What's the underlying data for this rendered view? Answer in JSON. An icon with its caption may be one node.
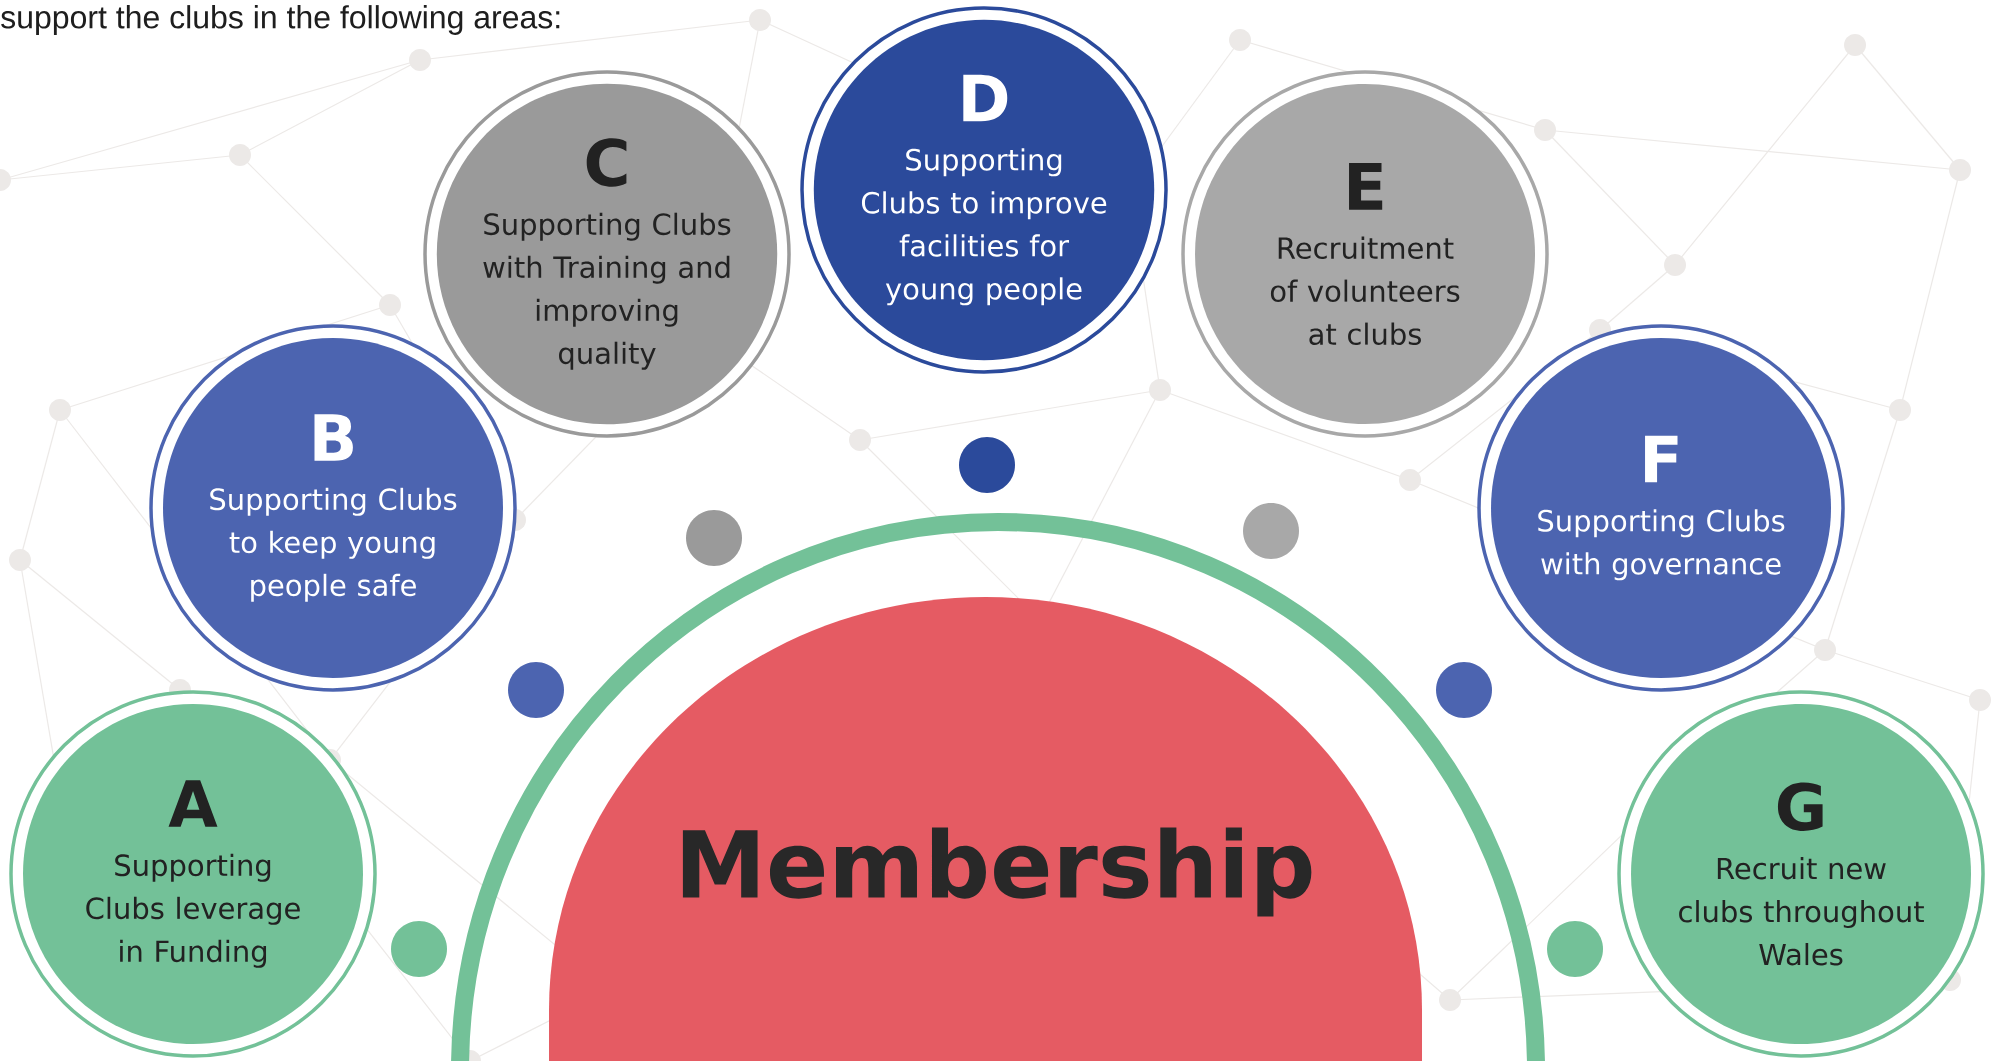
{
  "diagram": {
    "nodes": [
      {
        "text": [
          "A",
          "Supporting Clubs leverage in Funding"
        ]
      },
      {
        "text": [
          "B",
          "Supporting Clubs to keep young people safe"
        ]
      },
      {
        "text": [
          "C",
          "Supporting Clubs with Training and improving quality"
        ]
      },
      {
        "text": [
          "D",
          "Supporting Clubs to improve facilities for young people"
        ]
      },
      {
        "text": [
          "E",
          "Recruitment of volunteers at clubs"
        ]
      },
      {
        "text": [
          "F",
          "Supporting Clubs with governance"
        ]
      },
      {
        "text": [
          "G",
          "Recruit new clubs throughout Wales"
        ]
      },
      {
        "text": [
          "Membership"
        ]
      }
    ],
    "labels": [
      "support the clubs in the following areas:"
    ]
  }
}
